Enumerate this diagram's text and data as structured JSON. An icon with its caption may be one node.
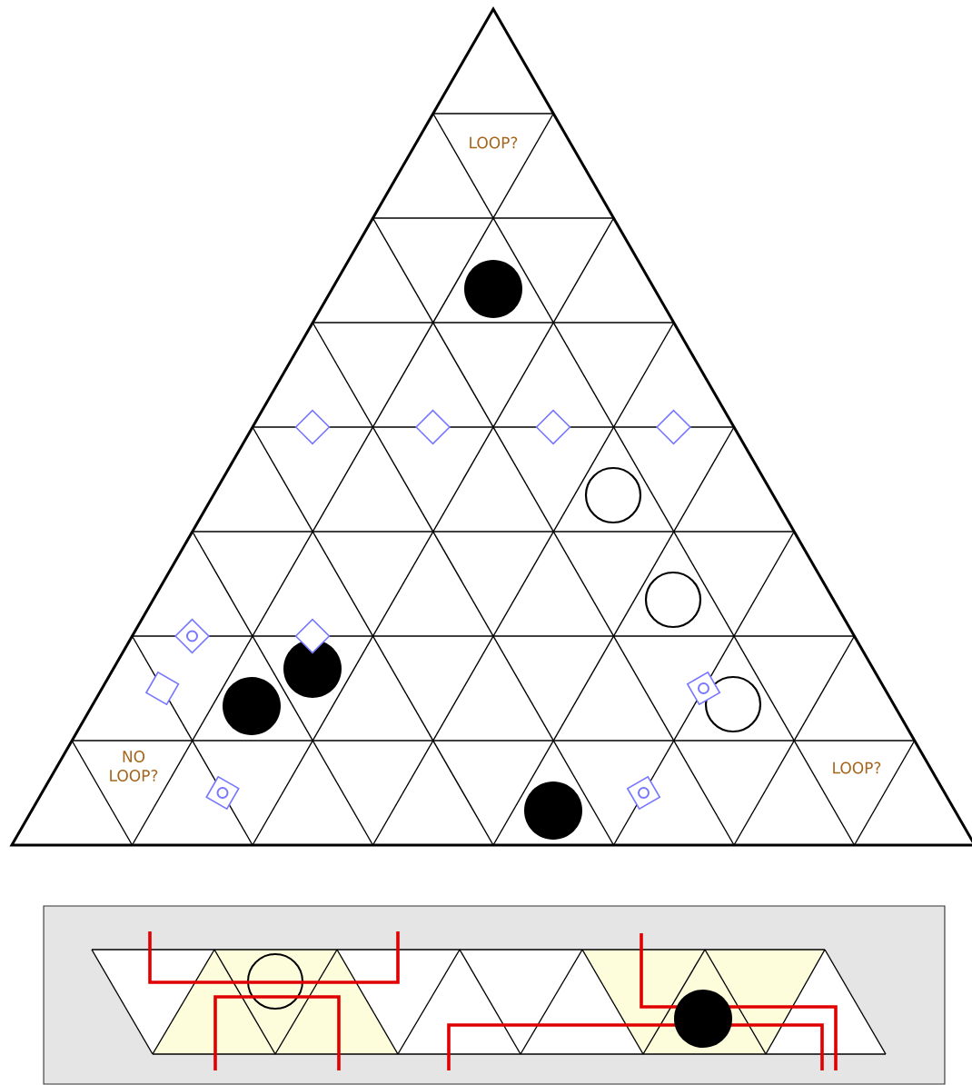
{
  "diagram": {
    "labels": [
      "LOOP?",
      "NO LOOP?",
      "LOOP?"
    ]
  }
}
